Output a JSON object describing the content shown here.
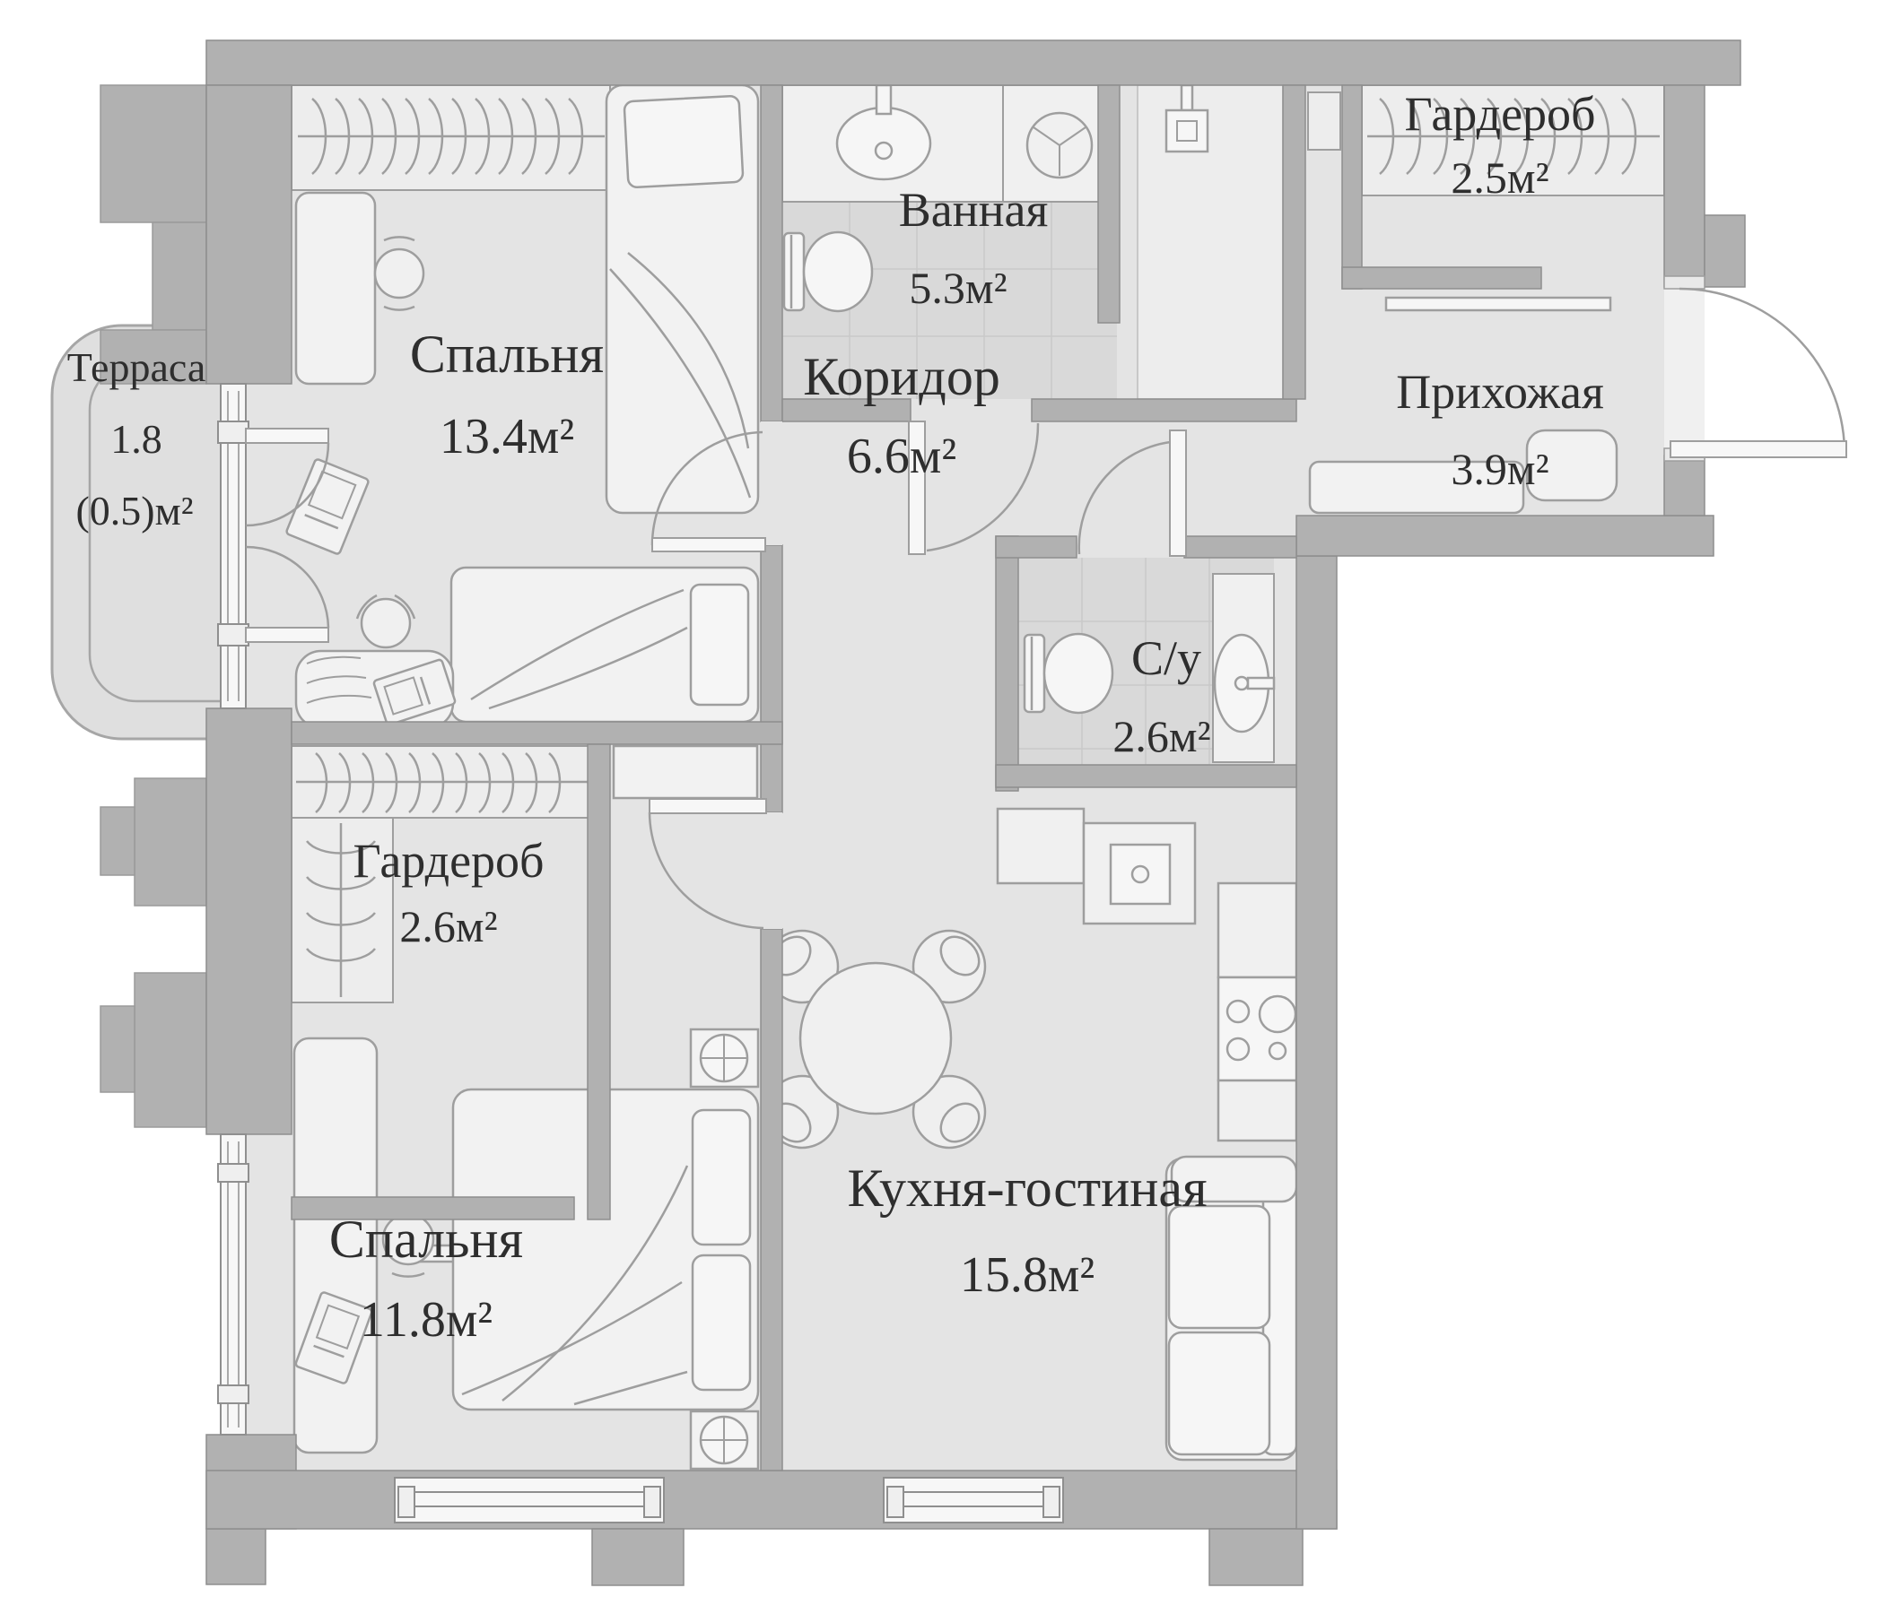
{
  "plan": {
    "title": "Floor plan of a 2-bedroom apartment",
    "rooms": [
      {
        "id": "bedroom-1",
        "name": "Спальня",
        "area": "13.4м²"
      },
      {
        "id": "bathroom",
        "name": "Ванная",
        "area": "5.3м²"
      },
      {
        "id": "wardrobe-entry",
        "name": "Гардероб",
        "area": "2.5м²"
      },
      {
        "id": "hallway",
        "name": "Прихожая",
        "area": "3.9м²"
      },
      {
        "id": "corridor",
        "name": "Коридор",
        "area": "6.6м²"
      },
      {
        "id": "wc",
        "name": "С/у",
        "area": "2.6м²"
      },
      {
        "id": "wardrobe-2",
        "name": "Гардероб",
        "area": "2.6м²"
      },
      {
        "id": "bedroom-2",
        "name": "Спальня",
        "area": "11.8м²"
      },
      {
        "id": "kitchen-living",
        "name": "Кухня-гостиная",
        "area": "15.8м²"
      },
      {
        "id": "terrace",
        "name": "Терраса",
        "area_line1": "1.8",
        "area_line2": "(0.5)м²"
      }
    ],
    "colors": {
      "wall": "#b1b1b1",
      "wall_stroke": "#8e8e8e",
      "floor": "#e4e4e4",
      "tile_floor": "#d9d9d9",
      "tile_line": "#c9c9c9",
      "furniture_fill": "#f2f2f2",
      "furniture_stroke": "#9e9e9e",
      "text": "#2e2e2e",
      "terrace_fill": "#dfdfdf"
    },
    "icons": [
      "wardrobe-hangers-icon",
      "desk-icon",
      "office-chair-icon",
      "laptop-icon",
      "single-bed-icon",
      "double-bed-icon",
      "pillow-icon",
      "nightstand-lamp-icon",
      "sink-icon",
      "washing-machine-icon",
      "shower-icon",
      "toilet-icon",
      "vanity-sink-icon",
      "fridge-icon",
      "kitchen-sink-icon",
      "stove-icon",
      "dining-table-icon",
      "dining-chair-icon",
      "sofa-icon",
      "bench-icon",
      "pouf-icon",
      "door-swing-icon",
      "window-icon",
      "vent-shaft-icon",
      "tv-console-icon"
    ]
  }
}
